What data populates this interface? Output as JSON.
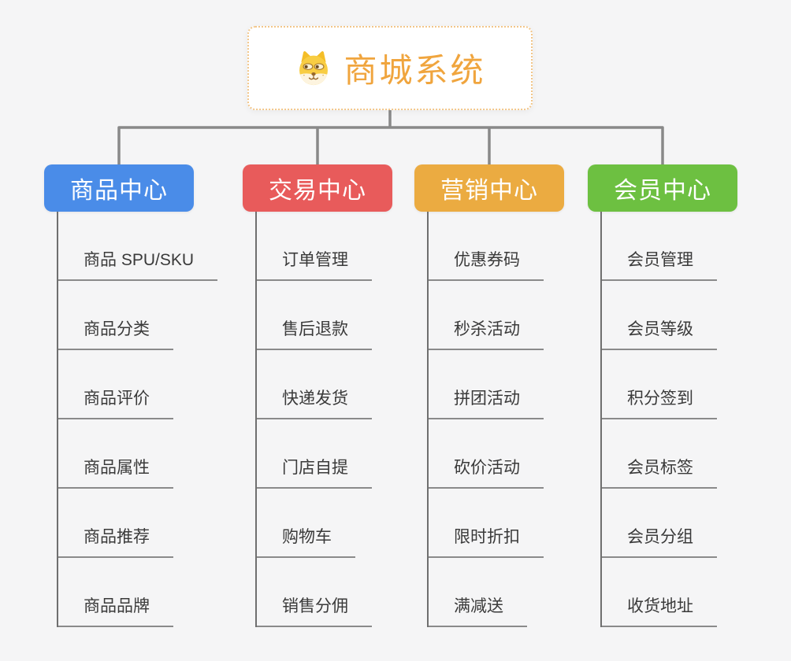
{
  "root": {
    "title": "商城系统",
    "icon": "dog-face-icon",
    "title_color": "#f0a53e",
    "border_color": "#f2c68a"
  },
  "branches": [
    {
      "label": "商品中心",
      "color": "#4a8ce8",
      "children": [
        "商品 SPU/SKU",
        "商品分类",
        "商品评价",
        "商品属性",
        "商品推荐",
        "商品品牌"
      ]
    },
    {
      "label": "交易中心",
      "color": "#e85b5b",
      "children": [
        "订单管理",
        "售后退款",
        "快递发货",
        "门店自提",
        "购物车",
        "销售分佣"
      ]
    },
    {
      "label": "营销中心",
      "color": "#ebab41",
      "children": [
        "优惠券码",
        "秒杀活动",
        "拼团活动",
        "砍价活动",
        "限时折扣",
        "满减送"
      ]
    },
    {
      "label": "会员中心",
      "color": "#6dc041",
      "children": [
        "会员管理",
        "会员等级",
        "积分签到",
        "会员标签",
        "会员分组",
        "收货地址"
      ]
    }
  ],
  "connector_color": "#898989",
  "background_color": "#f5f5f6"
}
